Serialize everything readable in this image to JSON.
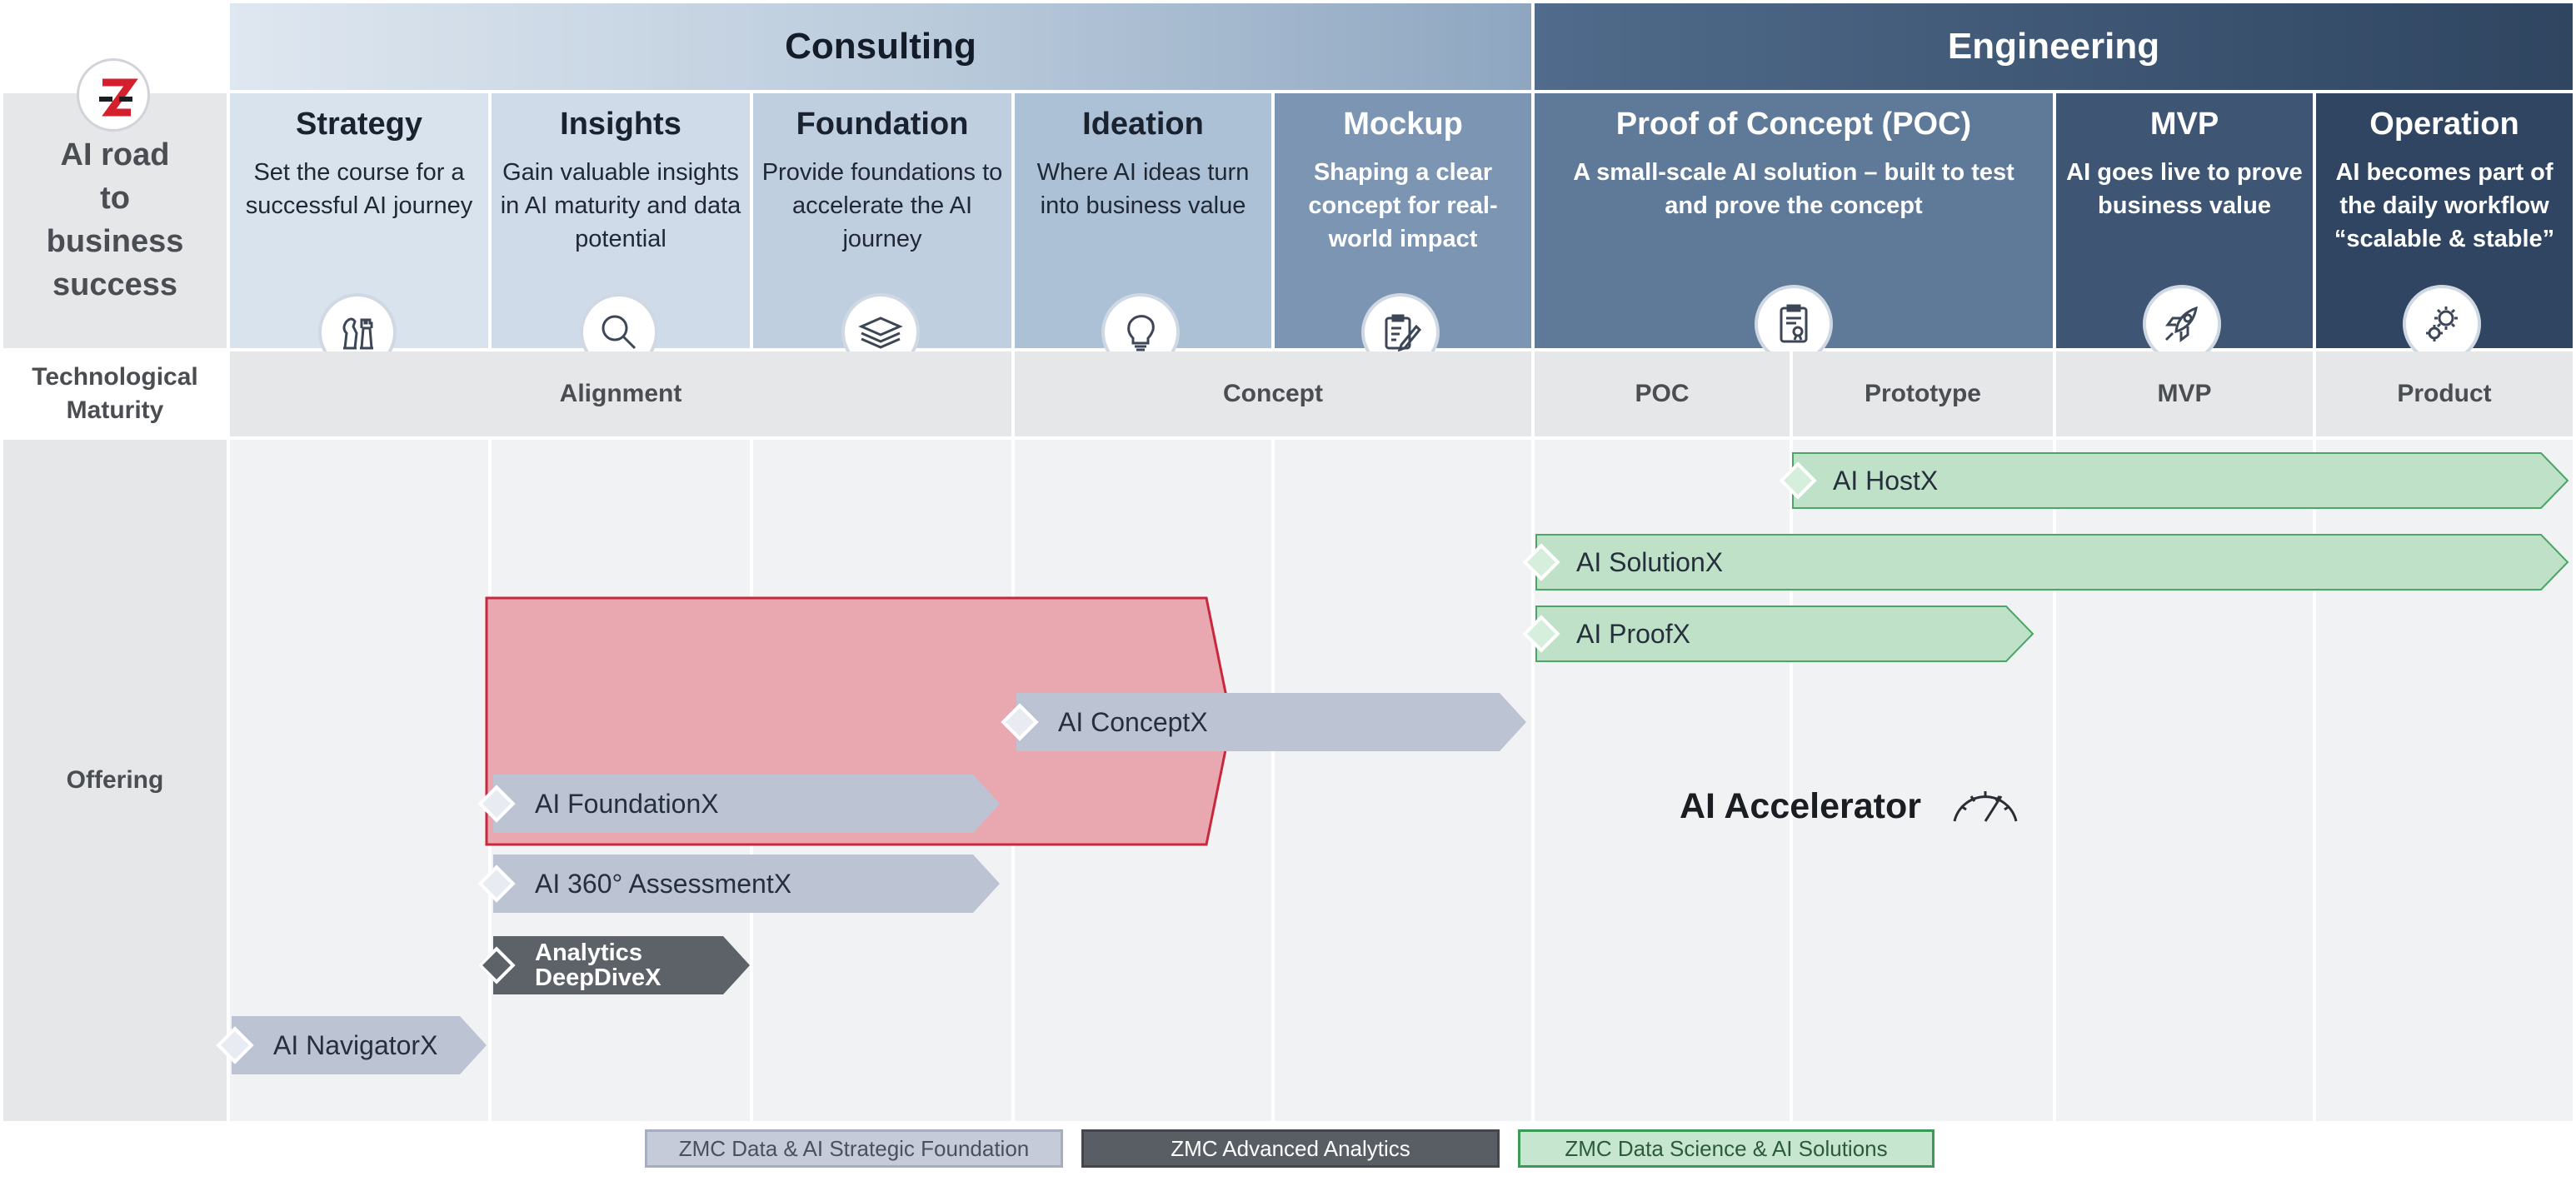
{
  "header": {
    "consulting": "Consulting",
    "engineering": "Engineering"
  },
  "left_column": {
    "logo_icon": "zmc-z-logo",
    "title": [
      "AI road",
      "to",
      "business",
      "success"
    ],
    "maturity_label": [
      "Technological",
      "Maturity"
    ],
    "offering_label": "Offering"
  },
  "phases": [
    {
      "title": "Strategy",
      "desc": "Set the course for a successful AI journey",
      "icon": "chess-pieces-icon"
    },
    {
      "title": "Insights",
      "desc": "Gain valuable insights in AI maturity and data potential",
      "icon": "magnifier-icon"
    },
    {
      "title": "Foundation",
      "desc": "Provide foundations to accelerate the AI journey",
      "icon": "layers-icon"
    },
    {
      "title": "Ideation",
      "desc": "Where AI ideas turn into business value",
      "icon": "lightbulb-icon"
    },
    {
      "title": "Mockup",
      "desc": "Shaping a clear concept for real-world impact",
      "icon": "clipboard-pen-icon"
    },
    {
      "title": "Proof of Concept (POC)",
      "desc": "A small-scale AI solution – built to test and prove the concept",
      "icon": "clipboard-certificate-icon"
    },
    {
      "title": "MVP",
      "desc": "AI goes live to prove business value",
      "icon": "rocket-icon"
    },
    {
      "title": "Operation",
      "desc": "AI becomes part of the daily workflow “scalable & stable”",
      "icon": "gears-icon"
    }
  ],
  "maturity": {
    "alignment": "Alignment",
    "concept": "Concept",
    "poc": "POC",
    "prototype": "Prototype",
    "mvp": "MVP",
    "product": "Product"
  },
  "offerings": {
    "hostx": "AI HostX",
    "solutionx": "AI SolutionX",
    "proofx": "AI ProofX",
    "conceptx": "AI ConceptX",
    "foundationx": "AI FoundationX",
    "assessmentx": "AI 360° AssessmentX",
    "deepdive_line1": "Analytics",
    "deepdive_line2": "DeepDiveX",
    "navigatorx": "AI NavigatorX",
    "accelerator": "AI Accelerator",
    "accelerator_icon": "speedometer-icon"
  },
  "legend": {
    "strategic": "ZMC Data & AI Strategic Foundation",
    "advanced": "ZMC Advanced Analytics",
    "science": "ZMC Data Science & AI Solutions"
  },
  "colors": {
    "consulting_band": "#b9cadb",
    "engineering_band": "#2f4560",
    "offering_light": "#bcc4d4",
    "offering_green": "#bfe1c8",
    "offering_dark": "#5d6268",
    "accelerator_fill": "#e9a8b0",
    "accelerator_border": "#c8283c",
    "logo_red": "#d3202c"
  }
}
